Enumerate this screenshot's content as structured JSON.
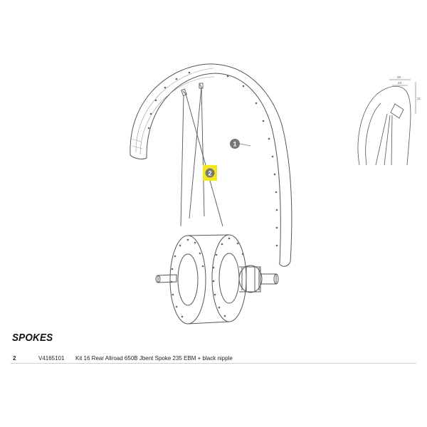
{
  "diagram": {
    "callouts": [
      {
        "id": "rim",
        "number": "1"
      },
      {
        "id": "spokes",
        "number": "2",
        "highlight_color": "#f2e81a"
      }
    ],
    "inset_dimensions": [
      "28",
      "23",
      "21"
    ],
    "colors": {
      "line": "#555555",
      "callout": "#777777",
      "highlight": "#f2e81a"
    }
  },
  "parts_list": {
    "section_title": "SPOKES",
    "rows": [
      {
        "number": "2",
        "reference": "V4165101",
        "description": "Kit 16 Rear Allroad 650B Jbent Spoke 235 EBM + black nipple"
      }
    ]
  }
}
